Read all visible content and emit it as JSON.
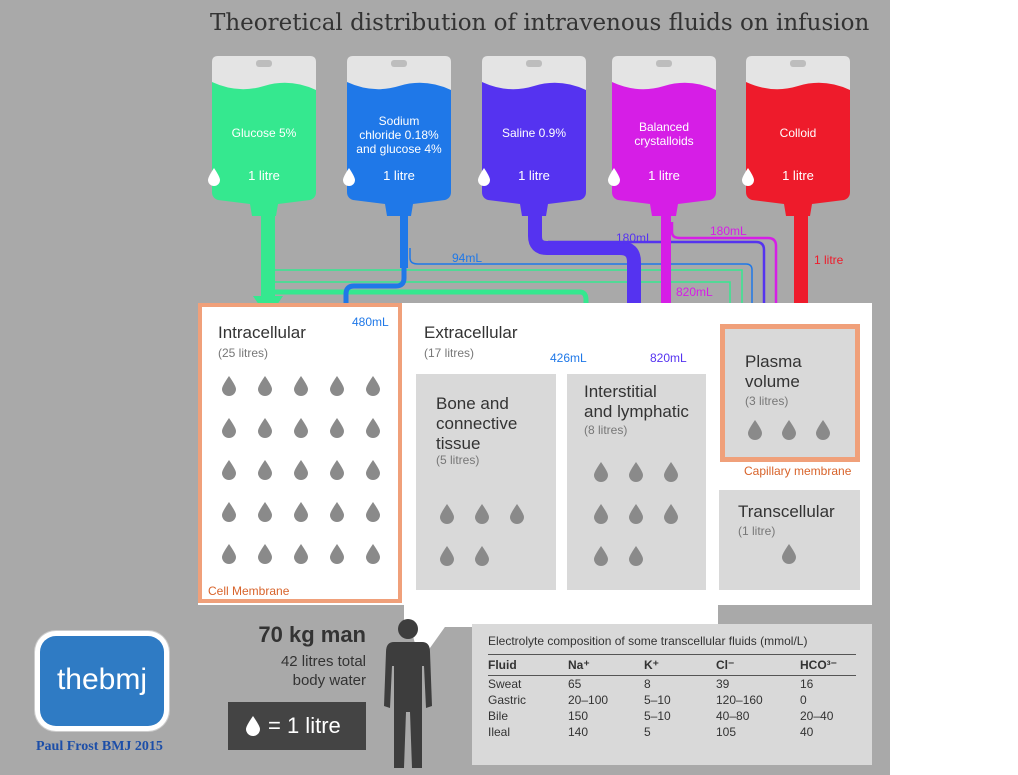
{
  "title": "Theoretical distribution of intravenous fluids on infusion",
  "bags": [
    {
      "label": "Glucose 5%",
      "volume": "1 litre",
      "color": "#35e88f"
    },
    {
      "label": "Sodium chloride 0.18% and glucose 4%",
      "label_lines": [
        "Sodium",
        "chloride 0.18%",
        "and glucose 4%"
      ],
      "volume": "1 litre",
      "color": "#1f78e8"
    },
    {
      "label": "Saline 0.9%",
      "volume": "1 litre",
      "color": "#5533f0"
    },
    {
      "label": "Balanced crystalloids",
      "label_lines": [
        "Balanced",
        "crystalloids"
      ],
      "volume": "1 litre",
      "color": "#d61ee6"
    },
    {
      "label": "Colloid",
      "volume": "1 litre",
      "color": "#ee1b2b"
    }
  ],
  "flows": {
    "sodium_to_plasma": "94mL",
    "saline_to_plasma": "180mL",
    "balanced_to_plasma": "180mL",
    "colloid_to_plasma": "1 litre",
    "balanced_to_interstitial": "820mL",
    "saline_to_interstitial": "820mL",
    "sodium_to_interstitial": "426mL",
    "sodium_to_intracellular": "480mL"
  },
  "compartments": {
    "intracellular": {
      "title": "Intracellular",
      "volume": "(25 litres)",
      "drops": 25,
      "membrane": "Cell Membrane"
    },
    "extracellular": {
      "title": "Extracellular",
      "volume": "(17 litres)"
    },
    "bone": {
      "title": "Bone and connective tissue",
      "title_lines": [
        "Bone and",
        "connective",
        "tissue"
      ],
      "volume": "(5 litres)",
      "drops": 5
    },
    "interstitial": {
      "title": "Interstitial and lymphatic",
      "title_lines": [
        "Interstitial",
        "and lymphatic"
      ],
      "volume": "(8 litres)",
      "drops": 8
    },
    "plasma": {
      "title": "Plasma volume",
      "title_lines": [
        "Plasma",
        "volume"
      ],
      "volume": "(3 litres)",
      "drops": 3,
      "membrane": "Capillary membrane"
    },
    "transcellular": {
      "title": "Transcellular",
      "volume": "(1 litre)",
      "drops": 1
    }
  },
  "man": {
    "title": "70 kg man",
    "sub_lines": [
      "42 litres total",
      "body water"
    ]
  },
  "legend": "= 1 litre",
  "electrolyte_table": {
    "title": "Electrolyte composition of some transcellular fluids (mmol/L)",
    "headers": [
      "Fluid",
      "Na⁺",
      "K⁺",
      "Cl⁻",
      "HCO³⁻"
    ],
    "rows": [
      [
        "Sweat",
        "65",
        "8",
        "39",
        "16"
      ],
      [
        "Gastric",
        "20–100",
        "5–10",
        "120–160",
        "0"
      ],
      [
        "Bile",
        "150",
        "5–10",
        "40–80",
        "20–40"
      ],
      [
        "Ileal",
        "140",
        "5",
        "105",
        "40"
      ]
    ]
  },
  "logo": "thebmj",
  "credit": "Paul Frost BMJ 2015",
  "colors": {
    "panel": "#a9a9a9",
    "membrane": "#f0a07a",
    "membrane_text": "#d8632a",
    "box_gray": "#d9d9d9"
  }
}
